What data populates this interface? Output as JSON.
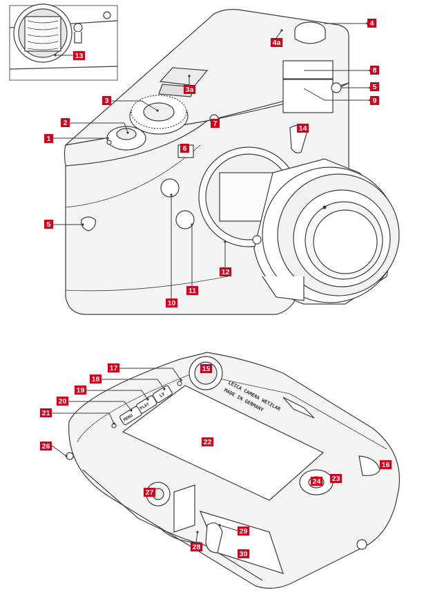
{
  "colors": {
    "accent": "#d0021b",
    "line": "#3a3a3a",
    "body_fill": "#f4f4f4",
    "background": "#ffffff"
  },
  "front_view": {
    "callouts": [
      {
        "id": "1"
      },
      {
        "id": "2"
      },
      {
        "id": "3"
      },
      {
        "id": "3a"
      },
      {
        "id": "4"
      },
      {
        "id": "4a"
      },
      {
        "id": "5"
      },
      {
        "id": "6"
      },
      {
        "id": "7"
      },
      {
        "id": "8"
      },
      {
        "id": "9"
      },
      {
        "id": "10"
      },
      {
        "id": "11"
      },
      {
        "id": "12"
      },
      {
        "id": "13"
      },
      {
        "id": "14"
      }
    ]
  },
  "back_view": {
    "buttons": {
      "lv": "LV",
      "play": "PLAY",
      "menu": "MENU"
    },
    "engraving": [
      "LEICA CAMERA WETZLAR",
      "MADE IN GERMANY"
    ],
    "callouts": [
      {
        "id": "15"
      },
      {
        "id": "16"
      },
      {
        "id": "17"
      },
      {
        "id": "18"
      },
      {
        "id": "19"
      },
      {
        "id": "20"
      },
      {
        "id": "21"
      },
      {
        "id": "22"
      },
      {
        "id": "23"
      },
      {
        "id": "24"
      },
      {
        "id": "26"
      },
      {
        "id": "27"
      },
      {
        "id": "28"
      },
      {
        "id": "29"
      },
      {
        "id": "30"
      }
    ]
  }
}
